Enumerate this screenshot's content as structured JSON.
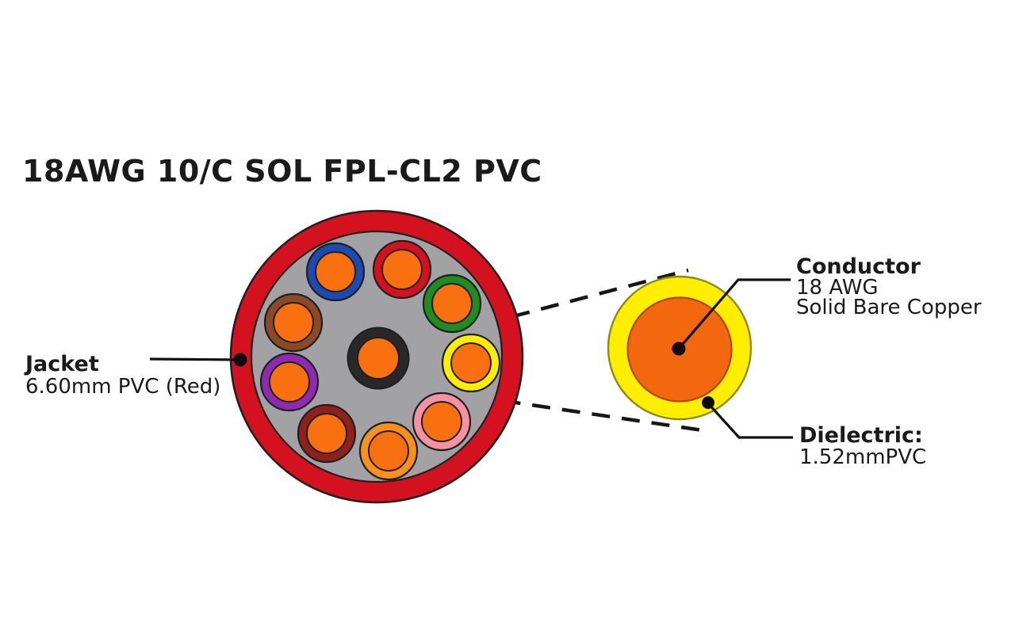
{
  "page": {
    "title": "18AWG 10/C SOL FPL-CL2 PVC",
    "background_hex": "#ffffff",
    "text_hex": "#1a1a1a"
  },
  "cable": {
    "description": "cable cross-section with 10 conductors",
    "jacket_hex": "#d4111e",
    "filler_hex": "#a2a2a4",
    "copper_hex": "#f8700f",
    "center_conductor": {
      "insulation_color": "black",
      "hex": "#282828"
    },
    "ring_conductors": [
      {
        "insulation_color": "blue",
        "hex": "#1b4ab2"
      },
      {
        "insulation_color": "red",
        "hex": "#d4111e"
      },
      {
        "insulation_color": "green",
        "hex": "#1e8c1e"
      },
      {
        "insulation_color": "yellow",
        "hex": "#ffee00"
      },
      {
        "insulation_color": "pink",
        "hex": "#f492a2"
      },
      {
        "insulation_color": "orange",
        "hex": "#f6911f"
      },
      {
        "insulation_color": "maroon",
        "hex": "#8e211b"
      },
      {
        "insulation_color": "purple",
        "hex": "#8d2ab0"
      },
      {
        "insulation_color": "brown",
        "hex": "#8a4a28"
      }
    ]
  },
  "magnified_view": {
    "dielectric_hex": "#ffee00",
    "conductor_hex": "#f3680e"
  },
  "callouts": {
    "jacket": {
      "title": "Jacket",
      "detail": "6.60mm PVC (Red)"
    },
    "conductor": {
      "title": "Conductor",
      "line1": "18 AWG",
      "line2": "Solid Bare Copper"
    },
    "dielectric": {
      "title": "Dielectric:",
      "detail": "1.52mmPVC"
    }
  }
}
